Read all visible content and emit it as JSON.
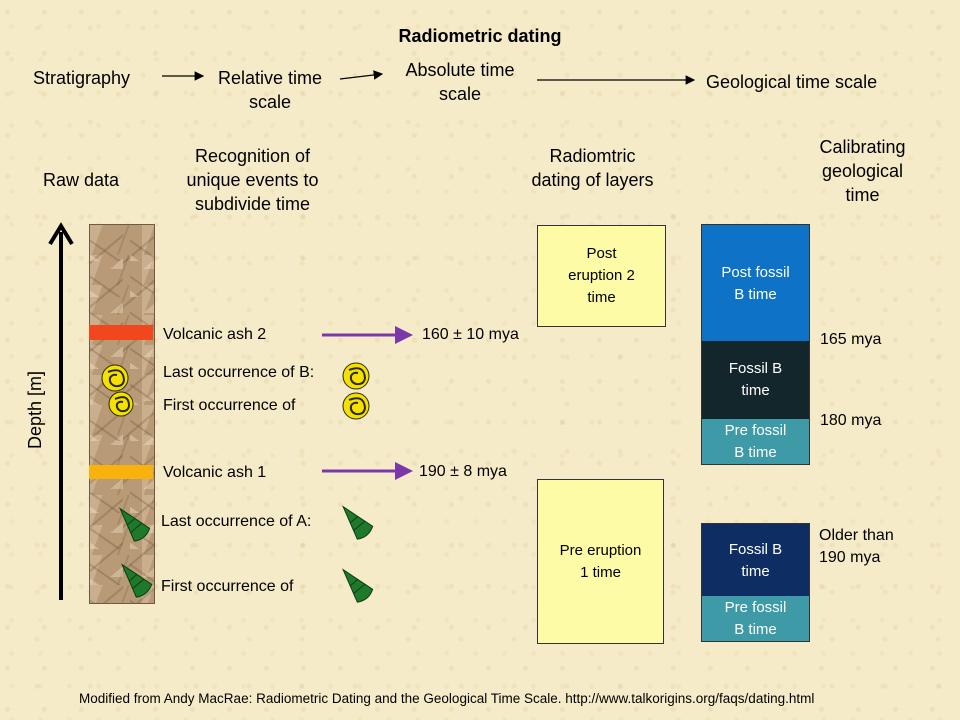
{
  "title": "Radiometric dating",
  "flow": {
    "stratigraphy": "Stratigraphy",
    "relative_line1": "Relative time",
    "relative_line2": "scale",
    "absolute_line1": "Absolute time",
    "absolute_line2": "scale",
    "geological": "Geological time scale"
  },
  "headers": {
    "raw_data": "Raw data",
    "recognition_l1": "Recognition of",
    "recognition_l2": "unique events to",
    "recognition_l3": "subdivide time",
    "radiometric_l1": "Radiomtric",
    "radiometric_l2": "dating of layers",
    "calibrating_l1": "Calibrating",
    "calibrating_l2": "geological",
    "calibrating_l3": "time"
  },
  "axis_label": "Depth [m]",
  "events": {
    "ash2": "Volcanic ash 2",
    "last_b": "Last occurrence of B:",
    "first_b": "First occurrence of",
    "ash1": "Volcanic ash 1",
    "last_a": "Last occurrence of A:",
    "first_a": "First occurrence of"
  },
  "dates": {
    "ash2": "160 ± 10 mya",
    "ash1": "190 ± 8 mya"
  },
  "radiometric_boxes": {
    "post_l1": "Post",
    "post_l2": "eruption 2",
    "post_l3": "time",
    "pre_l1": "Pre eruption",
    "pre_l2": "1 time"
  },
  "calibration_upper": {
    "post_fossil_l1": "Post fossil",
    "post_fossil_l2": "B time",
    "fossil_l1": "Fossil B",
    "fossil_l2": "time",
    "pre_fossil_l1": "Pre fossil",
    "pre_fossil_l2": "B time"
  },
  "calibration_lower": {
    "fossil_l1": "Fossil B",
    "fossil_l2": "time",
    "pre_fossil_l1": "Pre fossil",
    "pre_fossil_l2": "B time"
  },
  "ages": {
    "a165": "165 mya",
    "a180": "180 mya",
    "older_l1": "Older than",
    "older_l2": "190 mya"
  },
  "credit": "Modified from Andy MacRae: Radiometric Dating and the Geological Time Scale. http://www.talkorigins.org/faqs/dating.html",
  "colors": {
    "background": "#f6ebc8",
    "ash2": "#f2461e",
    "ash1": "#f9b10d",
    "yellow_box": "#fdfba5",
    "post_fossil": "#0e72c7",
    "fossil_b": "#13262c",
    "pre_fossil": "#3d9aa6",
    "fossil_b_lower": "#0d2d63",
    "arrow_purple": "#7a38a8",
    "fossil_a_green": "#1e7a2a",
    "fossil_b_yellow": "#f5e000"
  }
}
